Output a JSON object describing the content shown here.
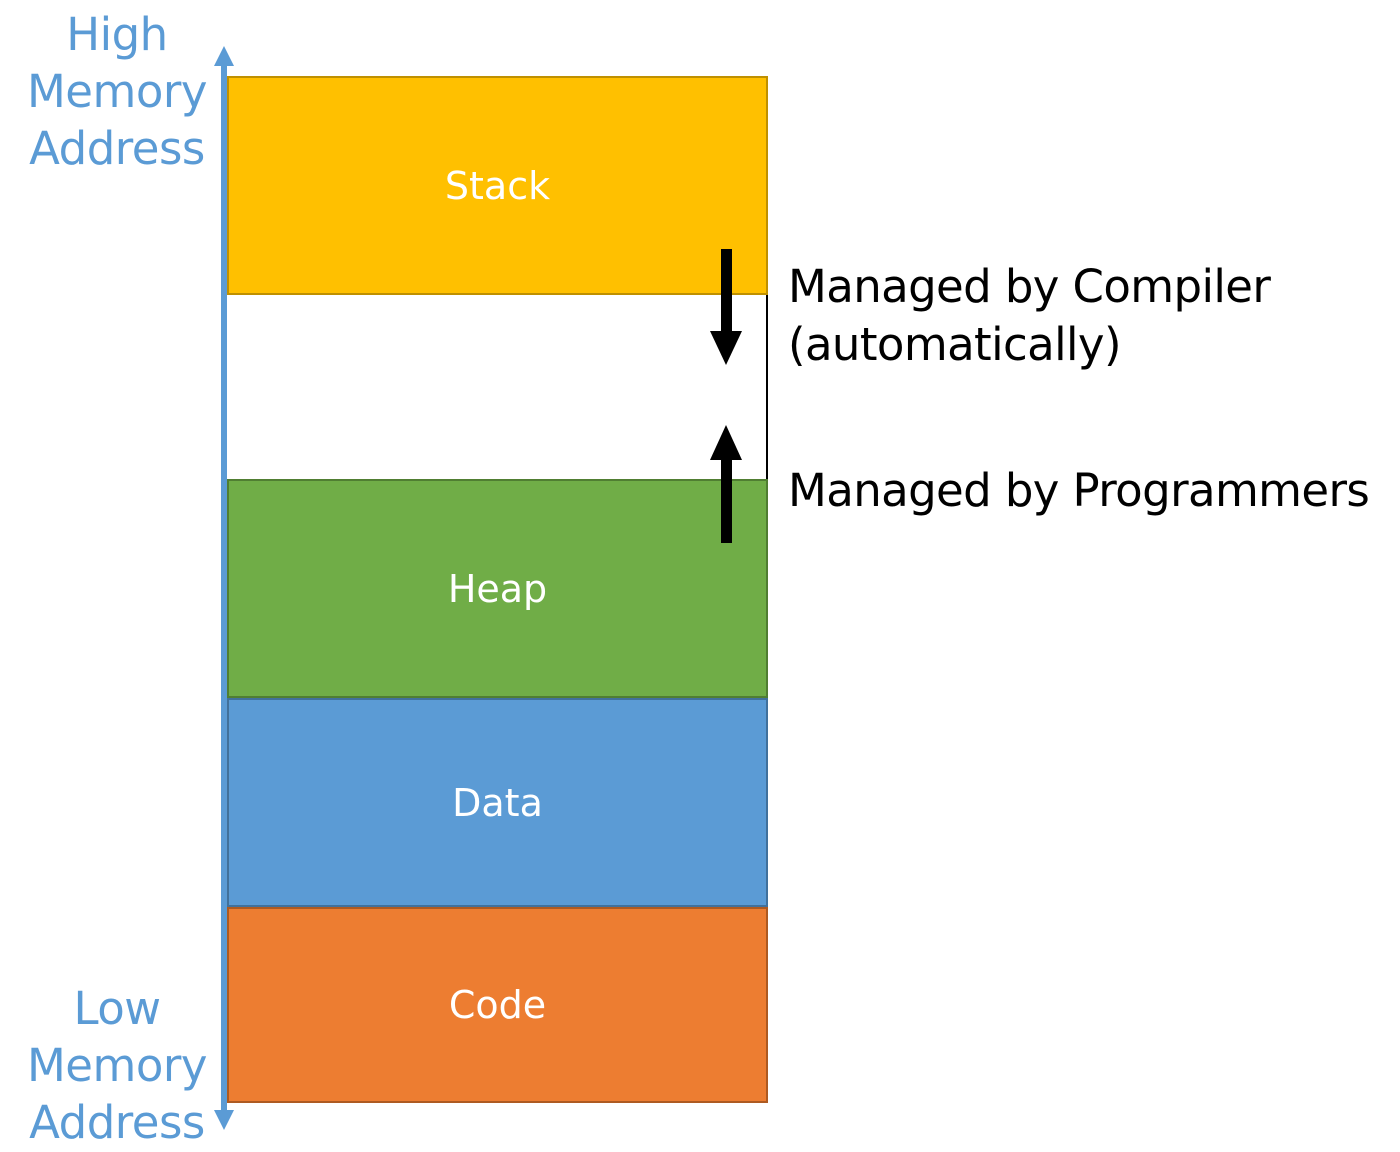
{
  "axis": {
    "high_label": [
      "High",
      "Memory",
      "Address"
    ],
    "low_label": [
      "Low",
      "Memory",
      "Address"
    ],
    "axis_color": "#5b9bd5"
  },
  "segments": [
    {
      "label": "Stack",
      "color": "#ffc000"
    },
    {
      "label": "",
      "color": "#ffffff"
    },
    {
      "label": "Heap",
      "color": "#70ad47"
    },
    {
      "label": "Data",
      "color": "#5b9bd5"
    },
    {
      "label": "Code",
      "color": "#ed7d31"
    }
  ],
  "annotations": {
    "compiler": [
      "Managed by Compiler",
      "(automatically)"
    ],
    "programmers": "Managed by Programmers"
  },
  "arrows": {
    "stack_growth": "down-arrow-icon",
    "heap_growth": "up-arrow-icon"
  }
}
